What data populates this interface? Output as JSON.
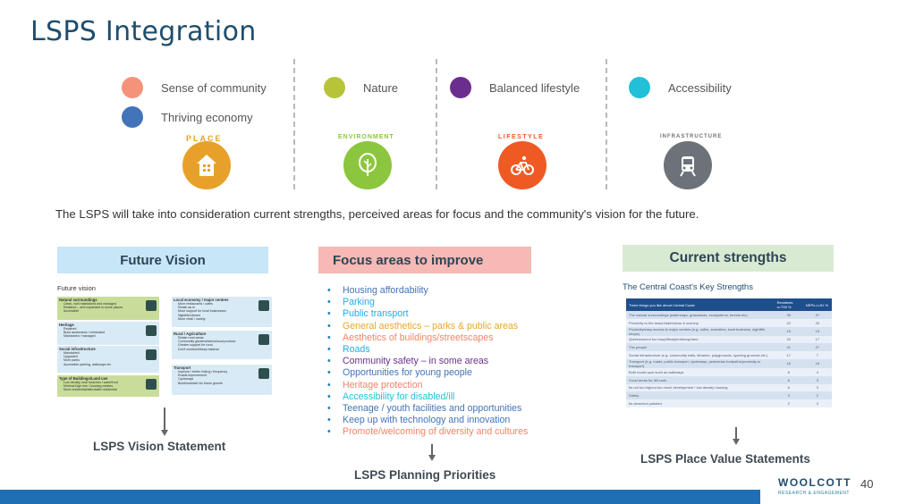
{
  "slide": {
    "title": "LSPS Integration",
    "intro": "The LSPS will take into consideration current strengths, perceived areas for focus and the community's vision for the future.",
    "page_number": "40"
  },
  "themes": {
    "legend": [
      {
        "label": "Sense of community",
        "color": "#f4937a"
      },
      {
        "label": "Thriving economy",
        "color": "#4373b8"
      },
      {
        "label": "Nature",
        "color": "#b7c43a"
      },
      {
        "label": "Balanced lifestyle",
        "color": "#6a2f8e"
      },
      {
        "label": "Accessibility",
        "color": "#22c0d8"
      }
    ],
    "badges": [
      {
        "word": "PLACE",
        "color": "#e7a12a",
        "icon": "house-icon"
      },
      {
        "word": "ENVIRONMENT",
        "color": "#8cc63f",
        "icon": "tree-icon"
      },
      {
        "word": "LIFESTYLE",
        "color": "#ef5a24",
        "icon": "bicycle-icon"
      },
      {
        "word": "INFRASTRUCTURE",
        "color": "#6d7278",
        "icon": "train-icon"
      }
    ]
  },
  "future_vision": {
    "heading": "Future Vision",
    "heading_bg": "#c7e6f7",
    "card_title": "Future vision",
    "statement": "LSPS Vision Statement",
    "left_boxes": [
      {
        "title": "Natural surroundings",
        "lines": [
          "Clean, well maintained and managed",
          "Retained – and expanded in some places",
          "Accessible"
        ],
        "color": "#c8dd9a",
        "icon": "tree-icon"
      },
      {
        "title": "Heritage",
        "lines": [
          "Retained",
          "Build awareness / celebrated",
          "Maintained / managed"
        ],
        "color": "#d8eaf5",
        "icon": "heritage-icon"
      },
      {
        "title": "Social infrastructure",
        "lines": [
          "Maintained",
          "Upgraded",
          "More parks",
          "Accessible parking, walkways etc"
        ],
        "color": "#d8eaf5",
        "icon": "people-icon"
      },
      {
        "title": "Type of Buildings/Land use",
        "lines": [
          "Low density near beaches / waterfront",
          "Minimal high rise / housing estates",
          "More residential/affordable residential"
        ],
        "color": "#c8dd9a",
        "icon": "house-icon"
      }
    ],
    "right_boxes": [
      {
        "title": "Local economy / major centres",
        "lines": [
          "More restaurants / cafes",
          "Retain as is",
          "More support for local businesses",
          "Nightlife/vibrant",
          "More retail / variety"
        ],
        "color": "#d8eaf5",
        "icon": "shop-icon"
      },
      {
        "title": "Rural / Agriculture",
        "lines": [
          "Retain rural areas",
          "Community gardens/farms/local produce",
          "Greater support for rural",
          "Don't overbuild/keep balance"
        ],
        "color": "#d8eaf5",
        "icon": "cow-icon"
      },
      {
        "title": "Transport",
        "lines": [
          "Improve / better linking / frequency",
          "Roads improvement",
          "Cycleways",
          "Build/maintain for future growth"
        ],
        "color": "#d8eaf5",
        "icon": "train-icon"
      }
    ]
  },
  "focus_areas": {
    "heading": "Focus areas to improve",
    "heading_bg": "#f7b9b5",
    "statement": "LSPS Planning Priorities",
    "items": [
      {
        "text": "Housing affordability",
        "color": "#4373b8"
      },
      {
        "text": "Parking",
        "color": "#22aee0"
      },
      {
        "text": "Public transport",
        "color": "#22aee0"
      },
      {
        "text": "General aesthetics  – parks & public areas",
        "color": "#e9a72c"
      },
      {
        "text": "Aesthetics of buildings/streetscapes",
        "color": "#f08566"
      },
      {
        "text": "Roads",
        "color": "#22aee0"
      },
      {
        "text": "Community safety – in some areas",
        "color": "#6a2f8e"
      },
      {
        "text": "Opportunities for young people",
        "color": "#4373b8"
      },
      {
        "text": "Heritage protection",
        "color": "#f08566"
      },
      {
        "text": "Accessibility for disabled/ill",
        "color": "#22c0d8"
      },
      {
        "text": "Teenage / youth facilities and opportunities",
        "color": "#4373b8"
      },
      {
        "text": "Keep up with technology and innovation",
        "color": "#4373b8"
      },
      {
        "text": "Promote/welcoming of diversity and cultures",
        "color": "#f08566"
      }
    ]
  },
  "current_strengths": {
    "heading": "Current strengths",
    "heading_bg": "#d9ead3",
    "subtitle": "The Central Coast's Key Strengths",
    "statement": "LSPS Place Value Statements",
    "table_header": [
      "Three things you like about Central Coast",
      "Residents n=799 %",
      "NRPs n=51 %"
    ],
    "rows": [
      [
        "The natural surroundings (waterways, grasslands, ecosystems, forests etc)",
        "35",
        "37"
      ],
      [
        "Proximity to the beach/lake/views & scenery",
        "22",
        "20"
      ],
      [
        "Proximity/easy access to major centres (e.g. cafes, amenities, local business, nightlife, shops)",
        "15",
        "15"
      ],
      [
        "Quietness/not too busy/lifestyle/atmosphere",
        "20",
        "17"
      ],
      [
        "The people",
        "21",
        "27"
      ],
      [
        "Social infrastructure (e.g. community halls, libraries, playgrounds, sporting grounds etc.)",
        "17",
        "7"
      ],
      [
        "Transport (e.g. roads, public transport, cycleways, pedestrian footpaths/proximity to transport)",
        "16",
        "16"
      ],
      [
        "Both locals spot such as walkways",
        "8",
        "4"
      ],
      [
        "Good areas for dill cook",
        "8",
        "3"
      ],
      [
        "Its not too big/not too much development / low density housing",
        "6",
        "3"
      ],
      [
        "Safety",
        "3",
        "2"
      ],
      [
        "Its clean/not polluted",
        "2",
        "3"
      ]
    ]
  },
  "branding": {
    "logo": "WOOLCOTT",
    "logo_sub": "RESEARCH & ENGAGEMENT",
    "bar_color": "#1f6fb5"
  }
}
